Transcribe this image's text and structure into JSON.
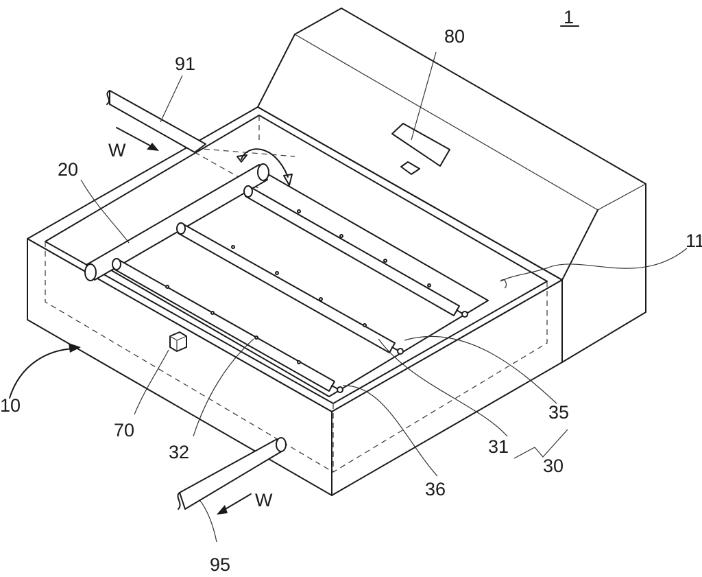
{
  "labels": {
    "figure_number": "1",
    "display": "80",
    "inlet_pipe": "91",
    "flow_in": "W",
    "tray": "20",
    "housing": "11",
    "body": "10",
    "sensor": "70",
    "pipe_32": "32",
    "pipe_31": "31",
    "end_35": "35",
    "group_30": "30",
    "end_36": "36",
    "flow_out": "W",
    "outlet_pipe": "95"
  }
}
